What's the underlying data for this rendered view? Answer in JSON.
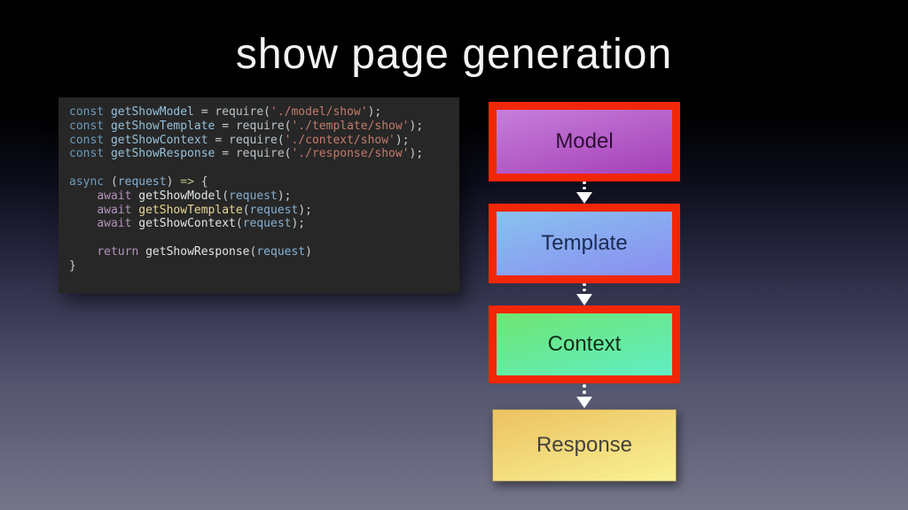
{
  "slide": {
    "title": "show page generation"
  },
  "background": {
    "top_color": "#000000",
    "bottom_color": "#75768a"
  },
  "code": {
    "background": "#272727",
    "palette": {
      "kw": "#6a9ab8",
      "id": "#96c0da",
      "op": "#c9ced2",
      "req": "#b9c3ca",
      "str": "#c47a6c",
      "pun": "#c9ced2",
      "pur": "#b294bb",
      "fn": "#e0e4e6",
      "fny": "#e6d892",
      "arg": "#86b0d2",
      "arrow": "#bac287",
      "plain": "#c5c8c6"
    },
    "lines": [
      [
        [
          "const ",
          "kw"
        ],
        [
          "getShowModel",
          "id"
        ],
        [
          " = ",
          "op"
        ],
        [
          "require",
          "req"
        ],
        [
          "(",
          "pun"
        ],
        [
          "'./model/show'",
          "str"
        ],
        [
          ");",
          "pun"
        ]
      ],
      [
        [
          "const ",
          "kw"
        ],
        [
          "getShowTemplate",
          "id"
        ],
        [
          " = ",
          "op"
        ],
        [
          "require",
          "req"
        ],
        [
          "(",
          "pun"
        ],
        [
          "'./template/show'",
          "str"
        ],
        [
          ");",
          "pun"
        ]
      ],
      [
        [
          "const ",
          "kw"
        ],
        [
          "getShowContext",
          "id"
        ],
        [
          " = ",
          "op"
        ],
        [
          "require",
          "req"
        ],
        [
          "(",
          "pun"
        ],
        [
          "'./context/show'",
          "str"
        ],
        [
          ");",
          "pun"
        ]
      ],
      [
        [
          "const ",
          "kw"
        ],
        [
          "getShowResponse",
          "id"
        ],
        [
          " = ",
          "op"
        ],
        [
          "require",
          "req"
        ],
        [
          "(",
          "pun"
        ],
        [
          "'./response/show'",
          "str"
        ],
        [
          ");",
          "pun"
        ]
      ],
      [],
      [
        [
          "async",
          "kw"
        ],
        [
          " (",
          "pun"
        ],
        [
          "request",
          "arg"
        ],
        [
          ") ",
          "pun"
        ],
        [
          "=>",
          "arrow"
        ],
        [
          " {",
          "pun"
        ]
      ],
      [
        [
          "    ",
          "plain"
        ],
        [
          "await ",
          "pur"
        ],
        [
          "getShowModel",
          "fn"
        ],
        [
          "(",
          "pun"
        ],
        [
          "request",
          "arg"
        ],
        [
          ");",
          "pun"
        ]
      ],
      [
        [
          "    ",
          "plain"
        ],
        [
          "await ",
          "pur"
        ],
        [
          "getShowTemplate",
          "fny"
        ],
        [
          "(",
          "pun"
        ],
        [
          "request",
          "arg"
        ],
        [
          ");",
          "pun"
        ]
      ],
      [
        [
          "    ",
          "plain"
        ],
        [
          "await ",
          "pur"
        ],
        [
          "getShowContext",
          "fn"
        ],
        [
          "(",
          "pun"
        ],
        [
          "request",
          "arg"
        ],
        [
          ");",
          "pun"
        ]
      ],
      [],
      [
        [
          "    ",
          "plain"
        ],
        [
          "return ",
          "pur"
        ],
        [
          "getShowResponse",
          "fn"
        ],
        [
          "(",
          "pun"
        ],
        [
          "request",
          "arg"
        ],
        [
          ")",
          "pun"
        ]
      ],
      [
        [
          "}",
          "pun"
        ]
      ]
    ]
  },
  "diagram": {
    "red_border_color": "#f12706",
    "arrow_color": "#ffffff",
    "boxes": [
      {
        "label": "Model",
        "fill_top": "#c77edb",
        "fill_bottom": "#a440b6",
        "text_color": "#2d1033",
        "red_border": true
      },
      {
        "label": "Template",
        "fill_top": "#88c2ef",
        "fill_bottom": "#8a8df0",
        "text_color": "#1b2b52",
        "red_border": true
      },
      {
        "label": "Context",
        "fill_top": "#6fe571",
        "fill_bottom": "#60eec5",
        "text_color": "#123017",
        "red_border": true
      },
      {
        "label": "Response",
        "fill_top": "#ecc161",
        "fill_bottom": "#f9f294",
        "text_color": "#44423b",
        "red_border": false
      }
    ]
  }
}
